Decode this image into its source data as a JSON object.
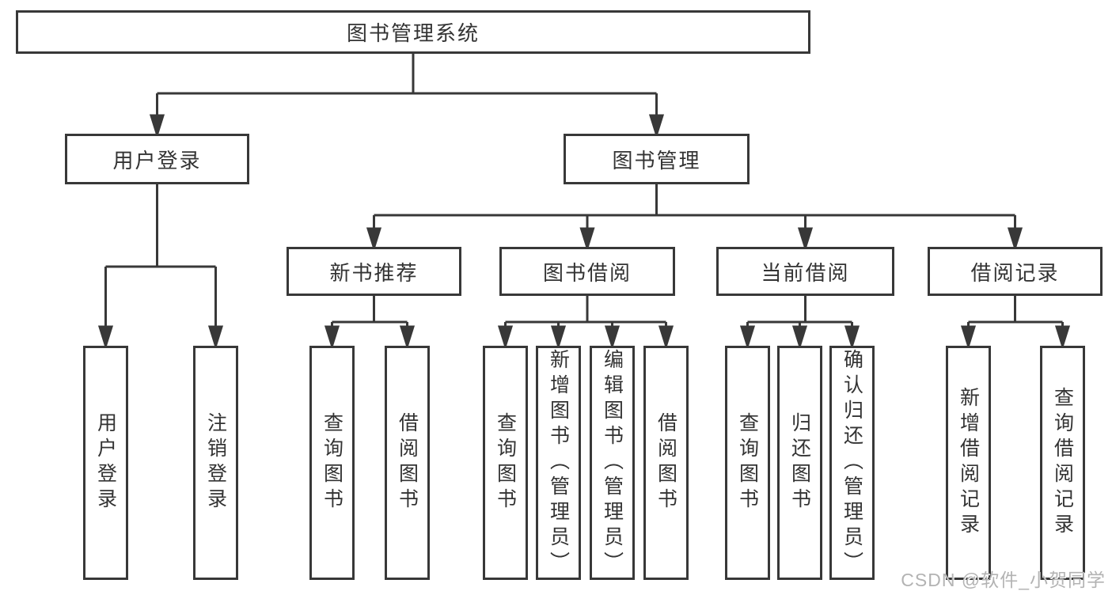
{
  "diagram_title": "图书管理系统",
  "nodes": {
    "root": {
      "label": "图书管理系统"
    },
    "level2": [
      {
        "label": "用户登录"
      },
      {
        "label": "图书管理"
      }
    ],
    "level3": [
      {
        "label": "新书推荐",
        "parent": "图书管理"
      },
      {
        "label": "图书借阅",
        "parent": "图书管理"
      },
      {
        "label": "当前借阅",
        "parent": "图书管理"
      },
      {
        "label": "借阅记录",
        "parent": "图书管理"
      }
    ],
    "leaves": [
      {
        "label": "用户登录",
        "parent": "用户登录"
      },
      {
        "label": "注销登录",
        "parent": "用户登录"
      },
      {
        "label": "查询图书",
        "parent": "新书推荐"
      },
      {
        "label": "借阅图书",
        "parent": "新书推荐"
      },
      {
        "label": "查询图书",
        "parent": "图书借阅"
      },
      {
        "label": "新增图书（管理员）",
        "parent": "图书借阅"
      },
      {
        "label": "编辑图书（管理员）",
        "parent": "图书借阅"
      },
      {
        "label": "借阅图书",
        "parent": "图书借阅"
      },
      {
        "label": "查询图书",
        "parent": "当前借阅"
      },
      {
        "label": "归还图书",
        "parent": "当前借阅"
      },
      {
        "label": "确认归还（管理员）",
        "parent": "当前借阅"
      },
      {
        "label": "新增借阅记录",
        "parent": "借阅记录"
      },
      {
        "label": "查询借阅记录",
        "parent": "借阅记录"
      }
    ]
  },
  "watermark": {
    "text": "CSDN @软件_小贺同学"
  },
  "colors": {
    "line": "#383838",
    "text": "#333333",
    "box_background": "#ffffff",
    "watermark": "#b3b3b3",
    "background": "#ffffff"
  }
}
